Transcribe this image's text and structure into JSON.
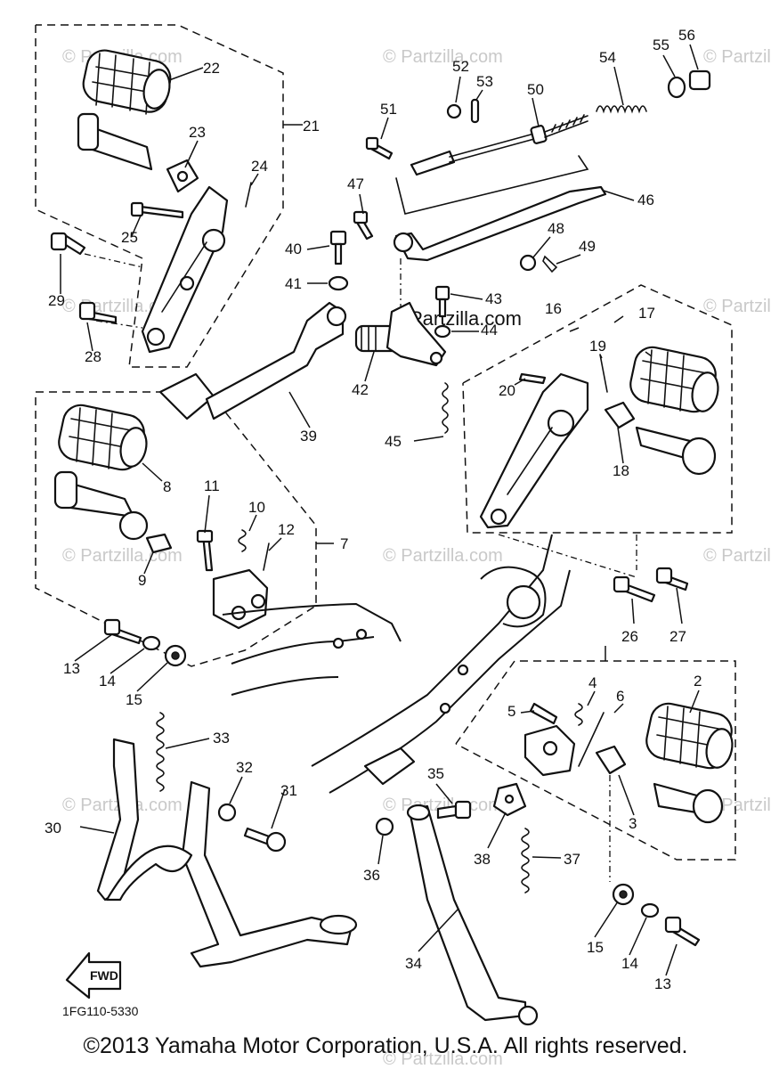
{
  "diagram": {
    "callouts": [
      "2",
      "3",
      "4",
      "5",
      "6",
      "7",
      "8",
      "9",
      "10",
      "11",
      "12",
      "13",
      "13",
      "14",
      "14",
      "15",
      "15",
      "16",
      "17",
      "18",
      "19",
      "20",
      "21",
      "22",
      "23",
      "24",
      "25",
      "26",
      "27",
      "28",
      "29",
      "30",
      "31",
      "32",
      "33",
      "34",
      "35",
      "36",
      "37",
      "38",
      "39",
      "40",
      "41",
      "42",
      "43",
      "44",
      "45",
      "46",
      "47",
      "48",
      "49",
      "50",
      "51",
      "52",
      "53",
      "54",
      "55",
      "56"
    ],
    "drawing_code": "1FG110-5330",
    "fwd_label": "FWD",
    "watermark": "© Partzilla.com",
    "watermark_center": "Partzilla.com"
  },
  "footer": {
    "copyright": "©2013 Yamaha Motor Corporation, U.S.A. All rights reserved."
  }
}
